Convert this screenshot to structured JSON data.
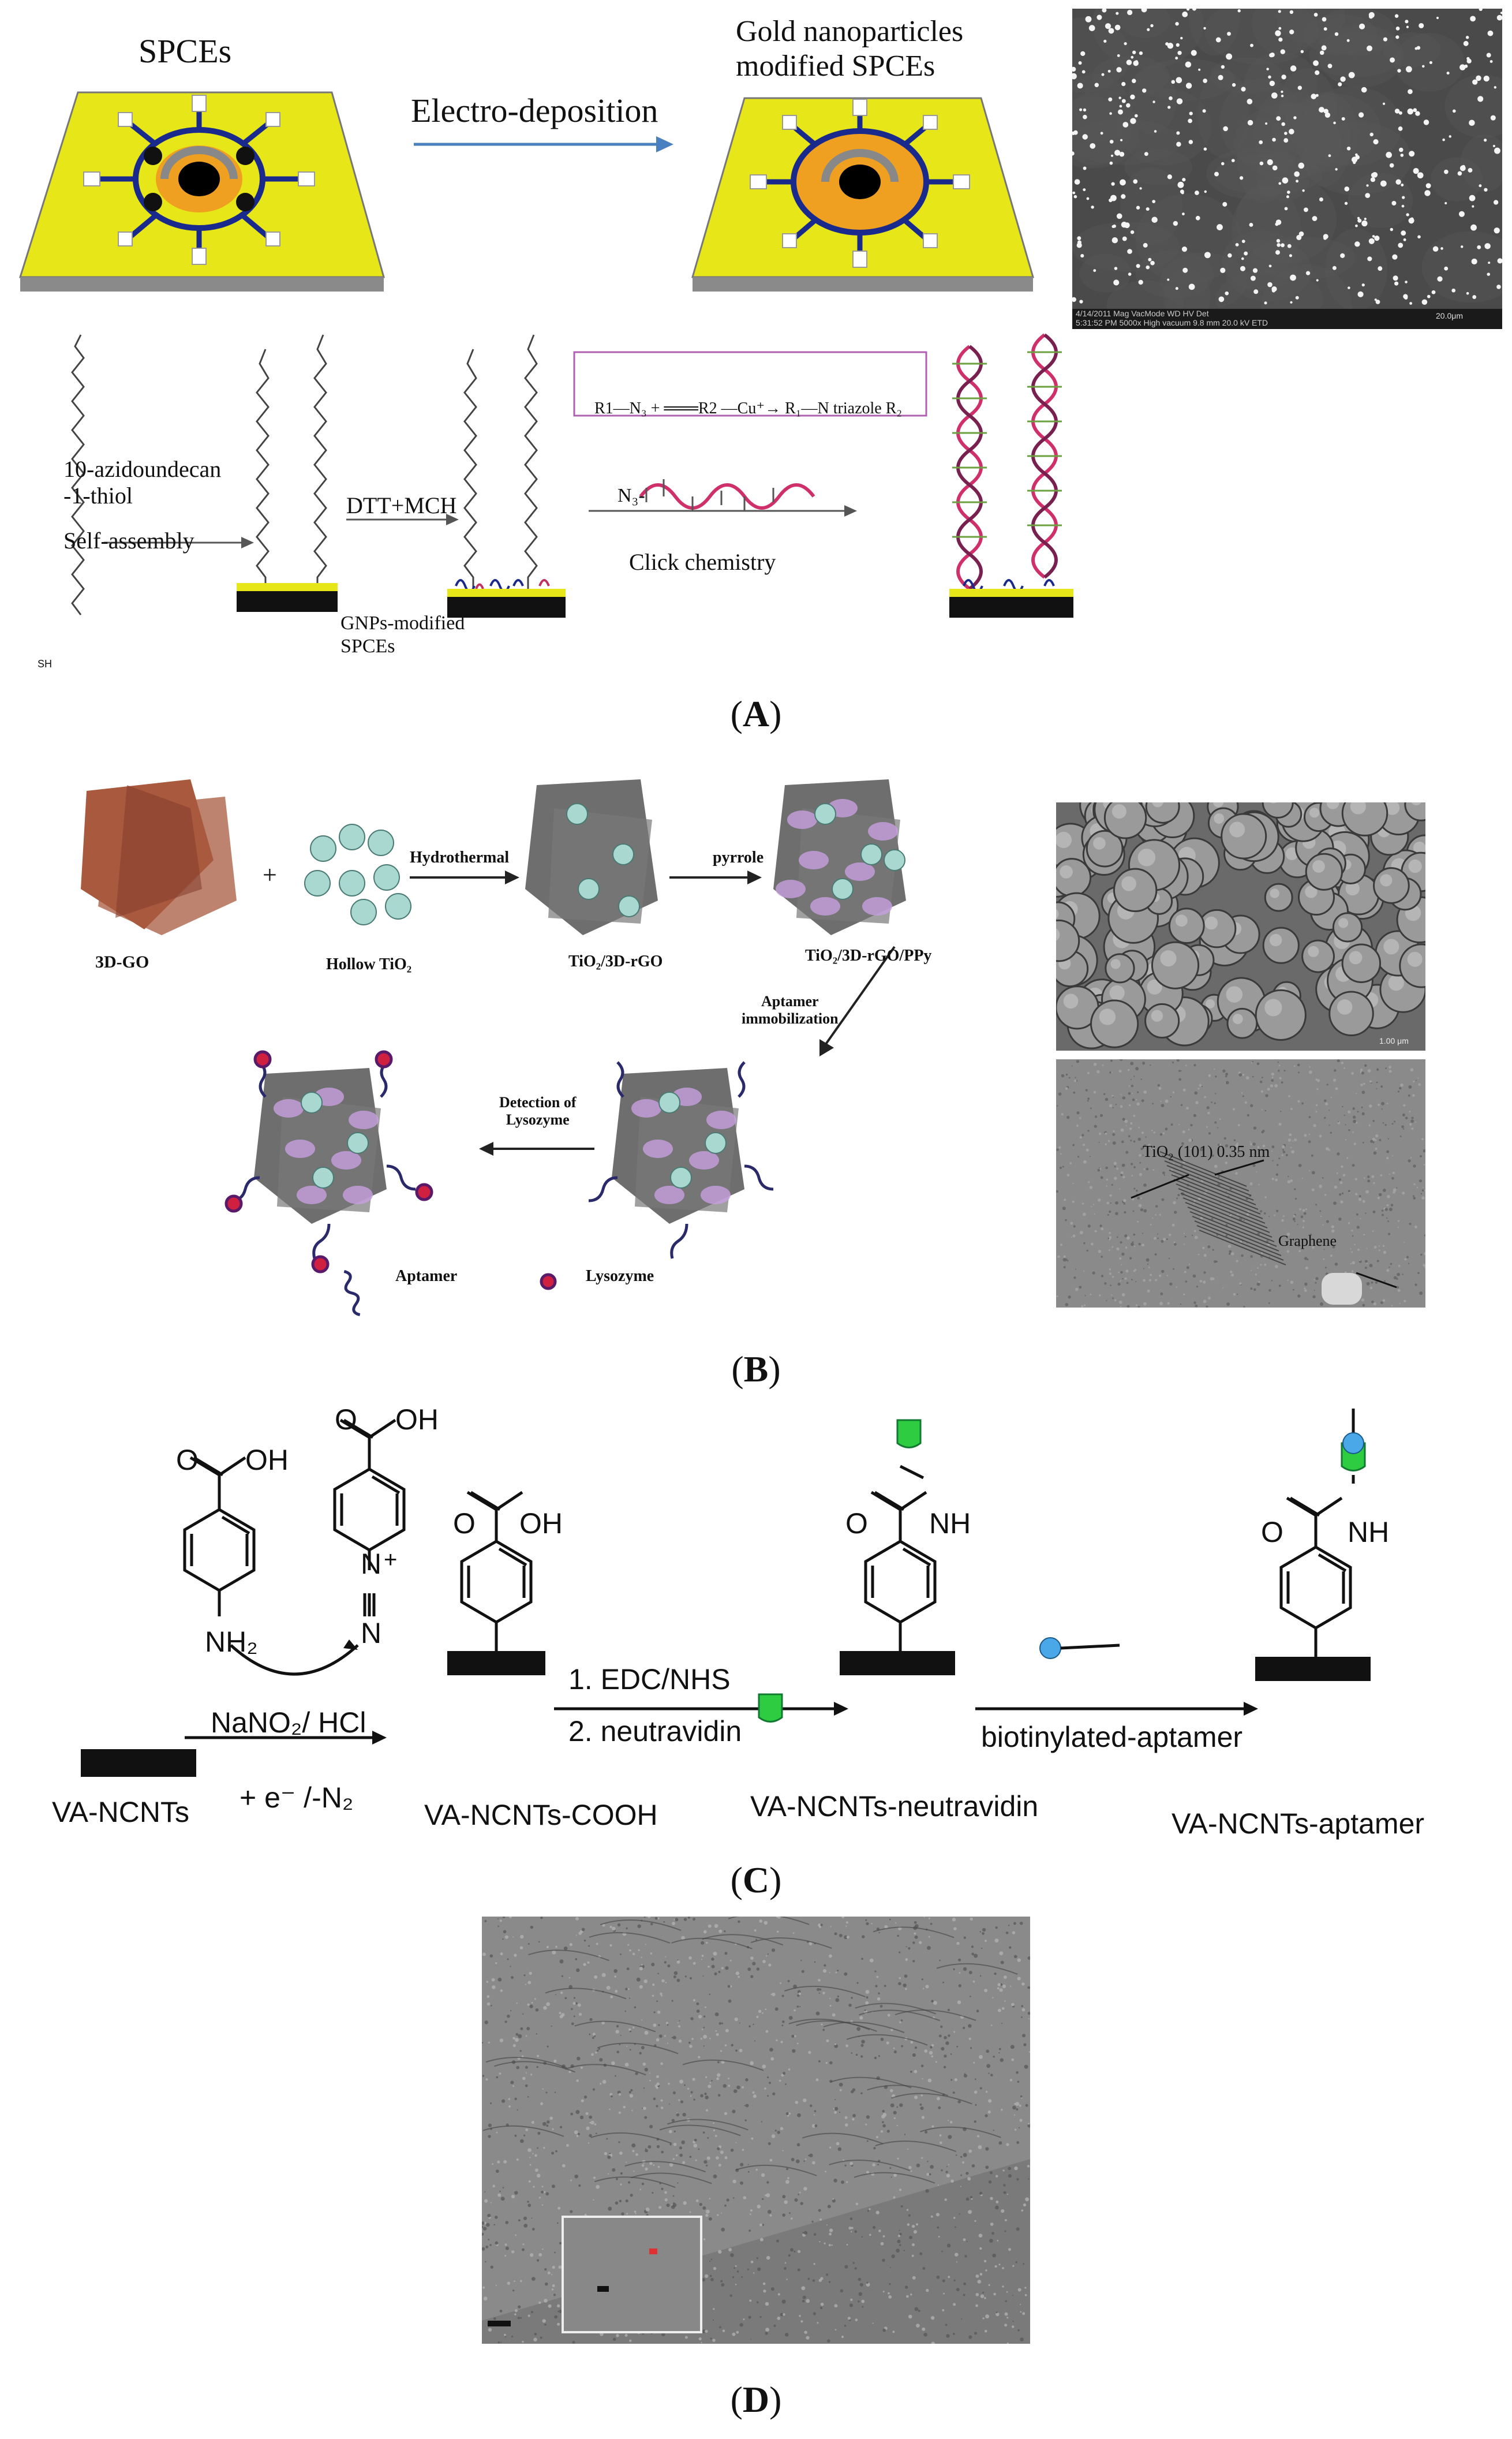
{
  "panel_a": {
    "label_letter": "A",
    "spces_title": "SPCEs",
    "electro_deposition": "Electro-deposition",
    "gold_title_line1": "Gold nanoparticles",
    "gold_title_line2": "modified SPCEs",
    "sem_footer": "4/14/2011  Mag  VacMode  WD  HV  Det",
    "sem_footer2": "5:31:52 PM 5000x High vacuum 9.8 mm 20.0 kV ETD",
    "sem_scale": "20.0μm",
    "step1_line1": "10-azidoundecan",
    "step1_line2": "-1-thiol",
    "step1_line3": "Self-assembly",
    "sh_label": "SH",
    "step2": "DTT+MCH",
    "gnps_line1": "GNPs-modified",
    "gnps_line2": "SPCEs",
    "click_reaction": "R1—N₃ + ═══R2 —Cu⁺→ R₁—N triazole R₂",
    "n3_label": "N₃-",
    "click_chem": "Click chemistry"
  },
  "panel_b": {
    "label_letter": "B",
    "go_label": "3D-GO",
    "plus": "+",
    "tio2_label": "Hollow TiO₂",
    "hydrothermal": "Hydrothermal",
    "rgo_label": "TiO₂/3D-rGO",
    "pyrrole": "pyrrole",
    "ppy_label": "TiO₂/3D-rGO/PPy",
    "aptamer_imm_line1": "Aptamer",
    "aptamer_imm_line2": "immobilization",
    "detection_line1": "Detection of",
    "detection_line2": "Lysozyme",
    "legend_aptamer": "Aptamer",
    "legend_lysozyme": "Lysozyme",
    "sem_scale": "1.00 μm",
    "tem_tio2": "TiO₂ (101) 0.35 nm",
    "tem_graphene": "Graphene"
  },
  "panel_c": {
    "label_letter": "C",
    "oh1": "OH",
    "nh2": "NH₂",
    "oh2": "OH",
    "plus_sign": "+",
    "n_top": "N",
    "n_bottom": "N",
    "nano2": "NaNO₂/ HCl",
    "electron": "+ e⁻ /-N₂",
    "oh3": "OH",
    "edc": "1. EDC/NHS",
    "neutravidin": "2. neutravidin",
    "nh1": "NH",
    "biotinylated": "biotinylated-aptamer",
    "nh2b": "NH",
    "o1": "O",
    "o2": "O",
    "o3": "O",
    "o4": "O",
    "o5": "O",
    "va_ncnts": "VA-NCNTs",
    "va_cooh": "VA-NCNTs-COOH",
    "va_neutravidin": "VA-NCNTs-neutravidin",
    "va_aptamer": "VA-NCNTs-aptamer"
  },
  "panel_d": {
    "label_letter": "D"
  },
  "colors": {
    "gold_plate": "#e6e619",
    "spoke_blue": "#1a2a8c",
    "arrow_blue": "#4a7fc0",
    "orange": "#f0a020",
    "go_brown": "#a0482a",
    "tio2_teal": "#a8d8d0",
    "ppy_purple": "#c8a0e0",
    "neutravidin_green": "#2ecc40",
    "biotin_blue": "#4aa8e8",
    "backbone_magenta": "#d0306a"
  }
}
